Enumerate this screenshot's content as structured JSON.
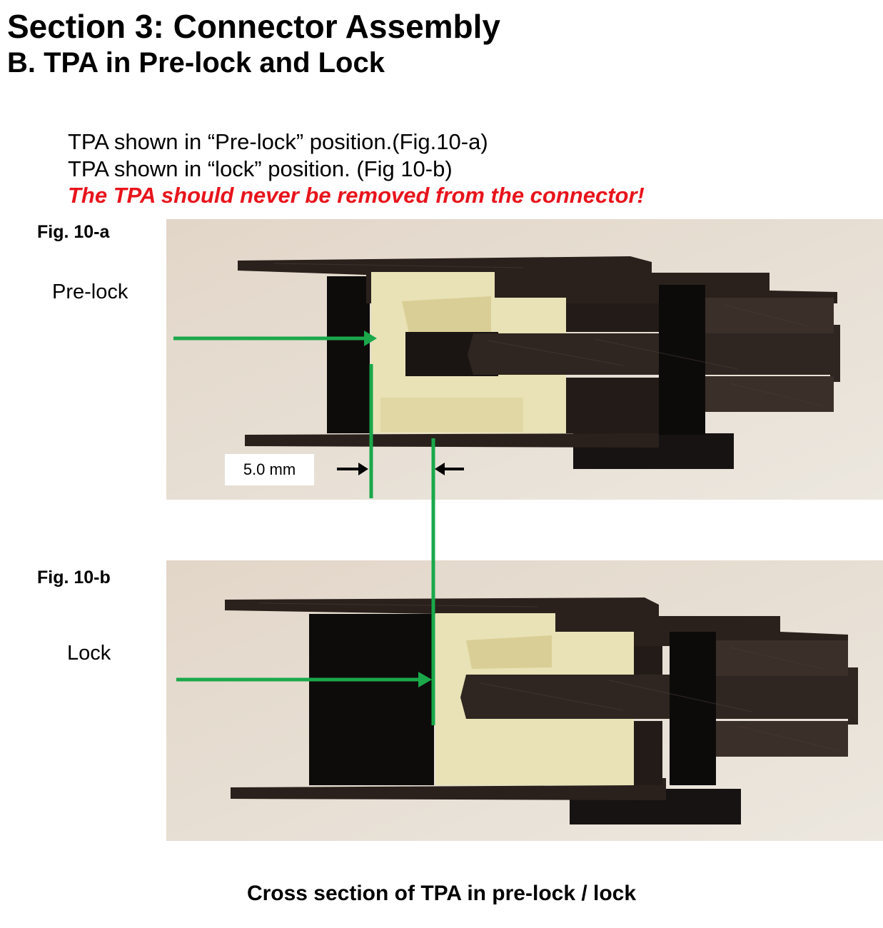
{
  "header": {
    "section_title": "Section 3: Connector Assembly",
    "sub_title": "B. TPA in Pre-lock and Lock"
  },
  "notes": {
    "prelock": "TPA shown in “Pre-lock” position.(Fig.10-a)",
    "lock": "TPA shown in “lock” position. (Fig 10-b)",
    "warning": "The TPA should never be removed from the connector!"
  },
  "figures": {
    "a": {
      "label": "Fig. 10-a",
      "position": "Pre-lock"
    },
    "b": {
      "label": "Fig. 10-b",
      "position": "Lock"
    }
  },
  "dimension": {
    "value": "5.0 mm"
  },
  "caption": "Cross section of TPA in pre-lock / lock",
  "colors": {
    "guide_line": "#1aa84a",
    "warning_text": "#e8141c",
    "housing": "#2a211c",
    "tpa": "#e9e2b6",
    "background": "#e7dfd3"
  }
}
